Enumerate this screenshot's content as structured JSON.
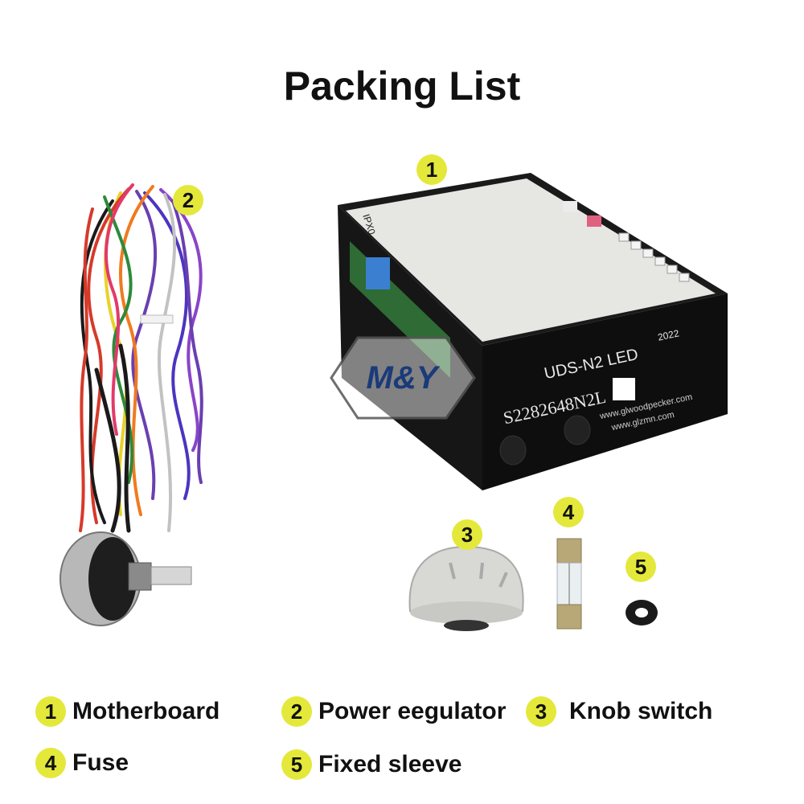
{
  "title": "Packing List",
  "badges": [
    "1",
    "2",
    "3",
    "4",
    "5"
  ],
  "device": {
    "model": "UDS-N2 LED",
    "serial": "S2282648N2L",
    "website1": "www.glwoodpecker.com",
    "website2": "www.glzmn.com",
    "year": "2022",
    "ipx": "IPX0"
  },
  "watermark": "M&Y",
  "legend": [
    {
      "num": "1",
      "label": "Motherboard"
    },
    {
      "num": "2",
      "label": "Power eegulator"
    },
    {
      "num": "3",
      "label": "Knob switch"
    },
    {
      "num": "4",
      "label": "Fuse"
    },
    {
      "num": "5",
      "label": "Fixed sleeve"
    }
  ],
  "colors": {
    "badge": "#e4e83a",
    "device_body": "#111111",
    "label_panel": "#e6e6e2"
  }
}
